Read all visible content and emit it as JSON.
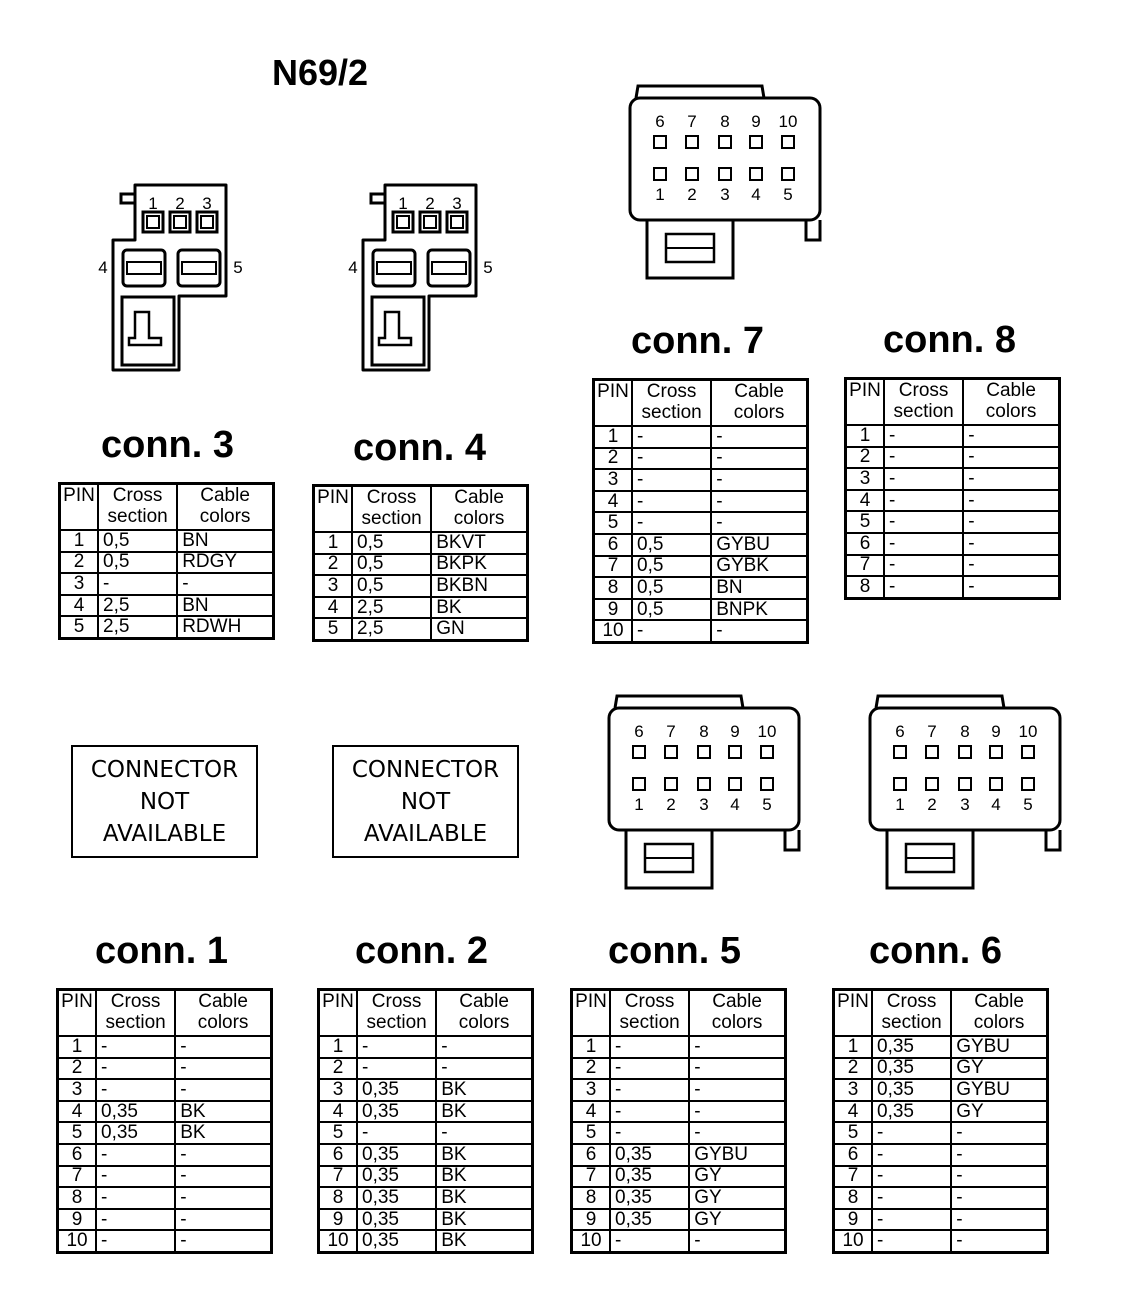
{
  "title": "N69/2",
  "table_headers": {
    "pin": "PIN",
    "cross": "Cross section",
    "colors": "Cable colors"
  },
  "not_available_lines": [
    "CONNECTOR",
    "NOT",
    "AVAILABLE"
  ],
  "connectors": {
    "conn1": {
      "title": "conn. 1",
      "rows": [
        [
          "1",
          "-",
          "-"
        ],
        [
          "2",
          "-",
          "-"
        ],
        [
          "3",
          "-",
          "-"
        ],
        [
          "4",
          "0,35",
          "BK"
        ],
        [
          "5",
          "0,35",
          "BK"
        ],
        [
          "6",
          "-",
          "-"
        ],
        [
          "7",
          "-",
          "-"
        ],
        [
          "8",
          "-",
          "-"
        ],
        [
          "9",
          "-",
          "-"
        ],
        [
          "10",
          "-",
          "-"
        ]
      ]
    },
    "conn2": {
      "title": "conn. 2",
      "rows": [
        [
          "1",
          "-",
          "-"
        ],
        [
          "2",
          "-",
          "-"
        ],
        [
          "3",
          "0,35",
          "BK"
        ],
        [
          "4",
          "0,35",
          "BK"
        ],
        [
          "5",
          "-",
          "-"
        ],
        [
          "6",
          "0,35",
          "BK"
        ],
        [
          "7",
          "0,35",
          "BK"
        ],
        [
          "8",
          "0,35",
          "BK"
        ],
        [
          "9",
          "0,35",
          "BK"
        ],
        [
          "10",
          "0,35",
          "BK"
        ]
      ]
    },
    "conn3": {
      "title": "conn. 3",
      "rows": [
        [
          "1",
          "0,5",
          "BN"
        ],
        [
          "2",
          "0,5",
          "RDGY"
        ],
        [
          "3",
          "-",
          "-"
        ],
        [
          "4",
          "2,5",
          "BN"
        ],
        [
          "5",
          "2,5",
          "RDWH"
        ]
      ]
    },
    "conn4": {
      "title": "conn. 4",
      "rows": [
        [
          "1",
          "0,5",
          "BKVT"
        ],
        [
          "2",
          "0,5",
          "BKPK"
        ],
        [
          "3",
          "0,5",
          "BKBN"
        ],
        [
          "4",
          "2,5",
          "BK"
        ],
        [
          "5",
          "2,5",
          "GN"
        ]
      ]
    },
    "conn5": {
      "title": "conn. 5",
      "rows": [
        [
          "1",
          "-",
          "-"
        ],
        [
          "2",
          "-",
          "-"
        ],
        [
          "3",
          "-",
          "-"
        ],
        [
          "4",
          "-",
          "-"
        ],
        [
          "5",
          "-",
          "-"
        ],
        [
          "6",
          "0,35",
          "GYBU"
        ],
        [
          "7",
          "0,35",
          "GY"
        ],
        [
          "8",
          "0,35",
          "GY"
        ],
        [
          "9",
          "0,35",
          "GY"
        ],
        [
          "10",
          "-",
          "-"
        ]
      ]
    },
    "conn6": {
      "title": "conn. 6",
      "rows": [
        [
          "1",
          "0,35",
          "GYBU"
        ],
        [
          "2",
          "0,35",
          "GY"
        ],
        [
          "3",
          "0,35",
          "GYBU"
        ],
        [
          "4",
          "0,35",
          "GY"
        ],
        [
          "5",
          "-",
          "-"
        ],
        [
          "6",
          "-",
          "-"
        ],
        [
          "7",
          "-",
          "-"
        ],
        [
          "8",
          "-",
          "-"
        ],
        [
          "9",
          "-",
          "-"
        ],
        [
          "10",
          "-",
          "-"
        ]
      ]
    },
    "conn7": {
      "title": "conn. 7",
      "rows": [
        [
          "1",
          "-",
          "-"
        ],
        [
          "2",
          "-",
          "-"
        ],
        [
          "3",
          "-",
          "-"
        ],
        [
          "4",
          "-",
          "-"
        ],
        [
          "5",
          "-",
          "-"
        ],
        [
          "6",
          "0,5",
          "GYBU"
        ],
        [
          "7",
          "0,5",
          "GYBK"
        ],
        [
          "8",
          "0,5",
          "BN"
        ],
        [
          "9",
          "0,5",
          "BNPK"
        ],
        [
          "10",
          "-",
          "-"
        ]
      ]
    },
    "conn8": {
      "title": "conn. 8",
      "rows": [
        [
          "1",
          "-",
          "-"
        ],
        [
          "2",
          "-",
          "-"
        ],
        [
          "3",
          "-",
          "-"
        ],
        [
          "4",
          "-",
          "-"
        ],
        [
          "5",
          "-",
          "-"
        ],
        [
          "6",
          "-",
          "-"
        ],
        [
          "7",
          "-",
          "-"
        ],
        [
          "8",
          "-",
          "-"
        ]
      ]
    }
  },
  "small_connector_pins": {
    "top": [
      "1",
      "2",
      "3"
    ],
    "left": "4",
    "right": "5"
  },
  "large_connector_pins": {
    "top": [
      "6",
      "7",
      "8",
      "9",
      "10"
    ],
    "bottom": [
      "1",
      "2",
      "3",
      "4",
      "5"
    ]
  }
}
